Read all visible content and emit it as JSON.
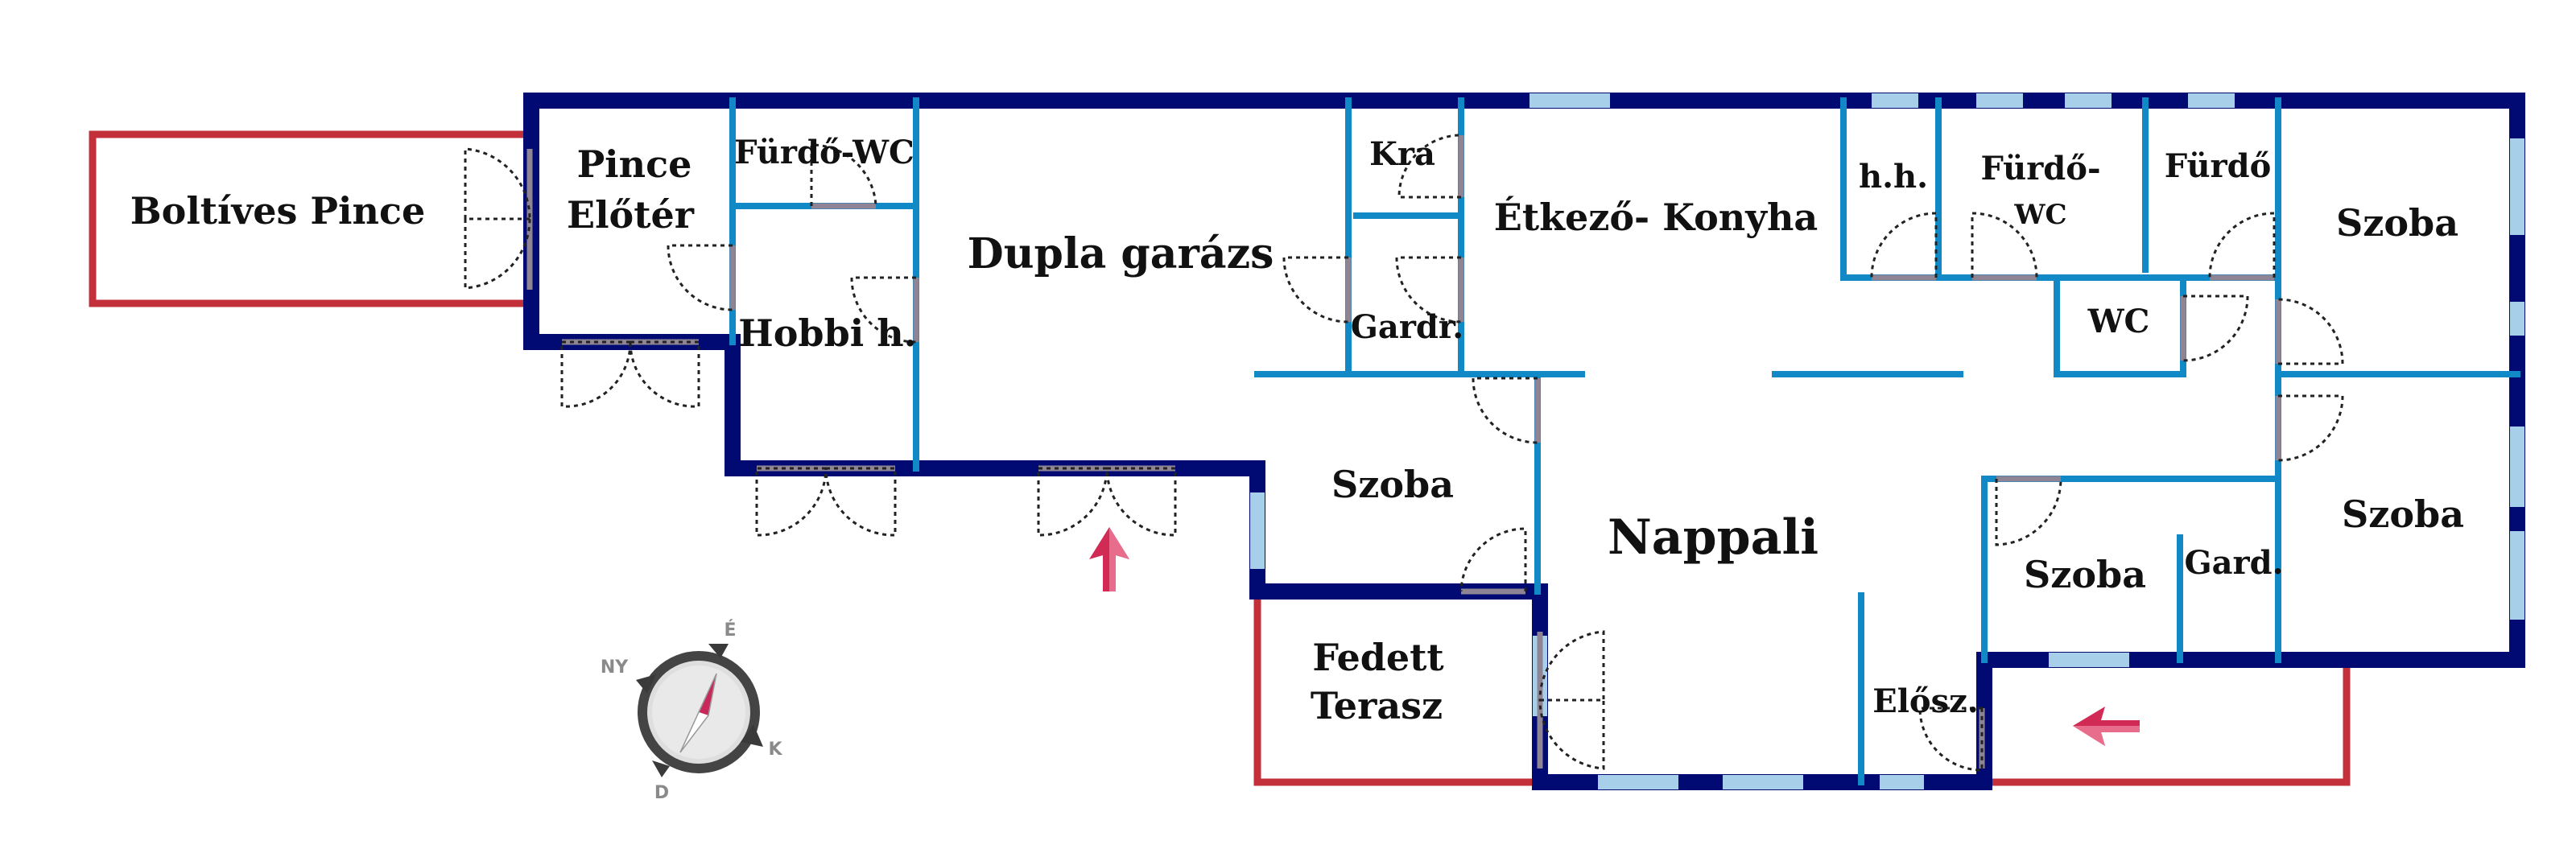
{
  "colors": {
    "exterior_wall": "#000a72",
    "interior_wall": "#1289c7",
    "window": "#a8cfe9",
    "terrace_outline": "#c3303a",
    "arrow": "#d02a55"
  },
  "rooms": {
    "boltives_pince": "Boltíves Pince",
    "pince_eloter_1": "Pince",
    "pince_eloter_2": "Előtér",
    "furdo_wc_basement": "Fürdő-WC",
    "hobbi": "Hobbi h.",
    "dupla_garazs": "Dupla garázs",
    "kamra": "Kra",
    "gardrob_1": "Gardr.",
    "etkezo_konyha": "Étkező- Konyha",
    "hh": "h.h.",
    "furdo_wc_1": "Fürdő-",
    "furdo_wc_2": "WC",
    "furdo": "Fürdő",
    "wc": "WC",
    "szoba_ne": "Szoba",
    "szoba_mid": "Szoba",
    "nappali": "Nappali",
    "szoba_se": "Szoba",
    "gard_2": "Gard.",
    "szoba_e": "Szoba",
    "fedett_terasz_1": "Fedett",
    "fedett_terasz_2": "Terasz",
    "eloszoba": "Elősz."
  },
  "compass": {
    "north": "É",
    "east": "K",
    "south": "D",
    "west": "NY"
  },
  "icons": {
    "entrance_arrow": "arrow-up-icon",
    "terrace_arrow": "arrow-left-icon",
    "compass": "compass-icon"
  }
}
